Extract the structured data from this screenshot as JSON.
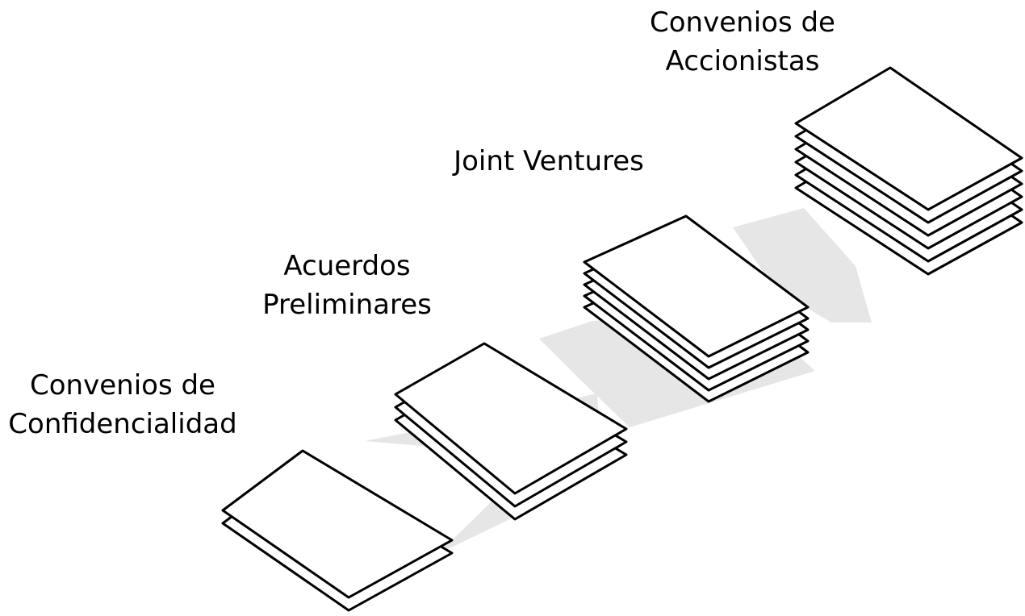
{
  "stacks": [
    {
      "label_lines": [
        "Convenios de",
        "Confidencialidad"
      ],
      "sheet_count": 2
    },
    {
      "label_lines": [
        "Acuerdos",
        "Preliminares"
      ],
      "sheet_count": 3
    },
    {
      "label_lines": [
        "Joint Ventures"
      ],
      "sheet_count": 5
    },
    {
      "label_lines": [
        "Convenios de",
        "Accionistas"
      ],
      "sheet_count": 6
    }
  ],
  "colors": {
    "sheet_fill": "#ffffff",
    "sheet_stroke": "#000000",
    "shadow": "#e6e6e6"
  }
}
